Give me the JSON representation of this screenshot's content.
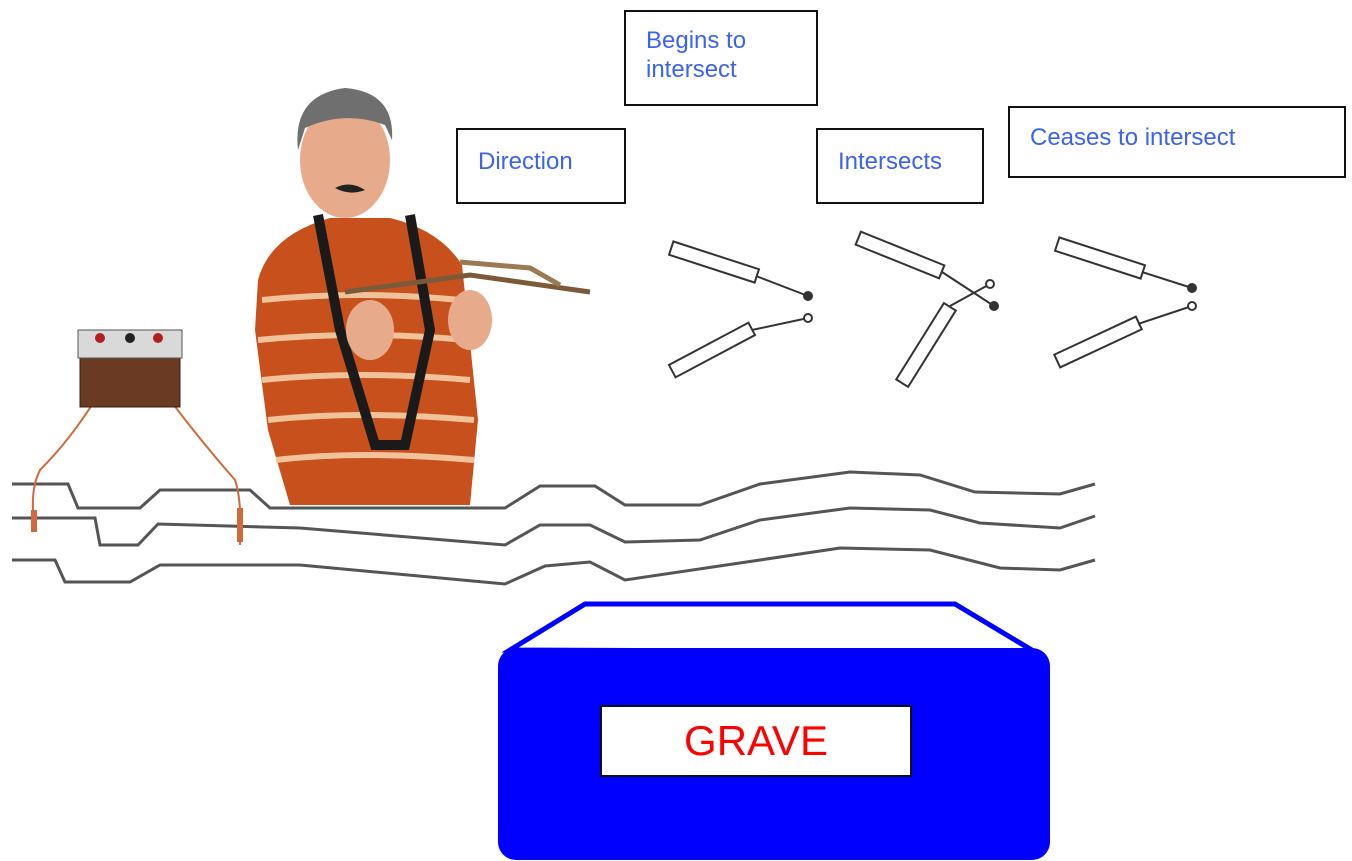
{
  "labels": {
    "begins_line1": "Begins to",
    "begins_line2": "intersect",
    "direction": "Direction",
    "intersects": "Intersects",
    "ceases": "Ceases to intersect"
  },
  "grave": {
    "label": "GRAVE",
    "color": "#0000ff",
    "label_color": "#ff0000"
  },
  "colors": {
    "label_text": "#3b63f0",
    "lines": "#555555",
    "sweater": "#c8501c"
  }
}
